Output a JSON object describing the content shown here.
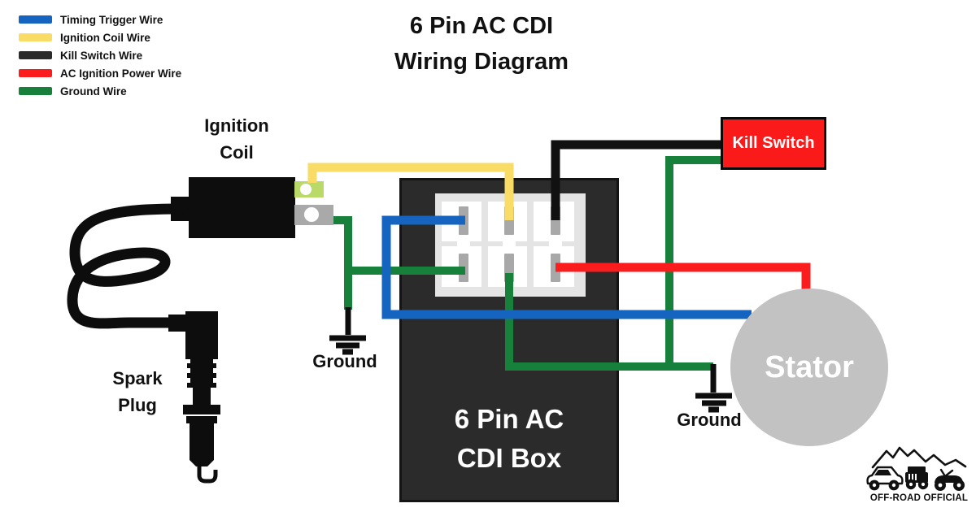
{
  "title": {
    "line1": "6 Pin AC CDI",
    "line2": "Wiring Diagram"
  },
  "legend": {
    "items": [
      {
        "label": "Timing Trigger Wire",
        "color": "#1565c0"
      },
      {
        "label": "Ignition Coil Wire",
        "color": "#f8dc66"
      },
      {
        "label": "Kill Switch Wire",
        "color": "#2b2b2b"
      },
      {
        "label": "AC Ignition Power Wire",
        "color": "#fb1d1d"
      },
      {
        "label": "Ground Wire",
        "color": "#17813c"
      }
    ]
  },
  "components": {
    "ignition_coil": {
      "line1": "Ignition",
      "line2": "Coil"
    },
    "spark_plug": {
      "line1": "Spark",
      "line2": "Plug"
    },
    "cdi_box": {
      "line1": "6 Pin AC",
      "line2": "CDI Box",
      "fill": "#2b2b2b"
    },
    "kill_switch": {
      "label": "Kill Switch",
      "fill": "#fa1a1a"
    },
    "stator": {
      "label": "Stator",
      "fill": "#c2c2c2"
    },
    "ground_left": {
      "label": "Ground"
    },
    "ground_right": {
      "label": "Ground"
    }
  },
  "wires": {
    "timing_trigger": {
      "color": "#1565c0"
    },
    "ignition_coil": {
      "color": "#f8dc66"
    },
    "kill_switch": {
      "color": "#111111"
    },
    "ac_power": {
      "color": "#fb1d1d"
    },
    "ground": {
      "color": "#17813c"
    }
  },
  "logo": {
    "text": "OFF-ROAD OFFICIAL"
  }
}
